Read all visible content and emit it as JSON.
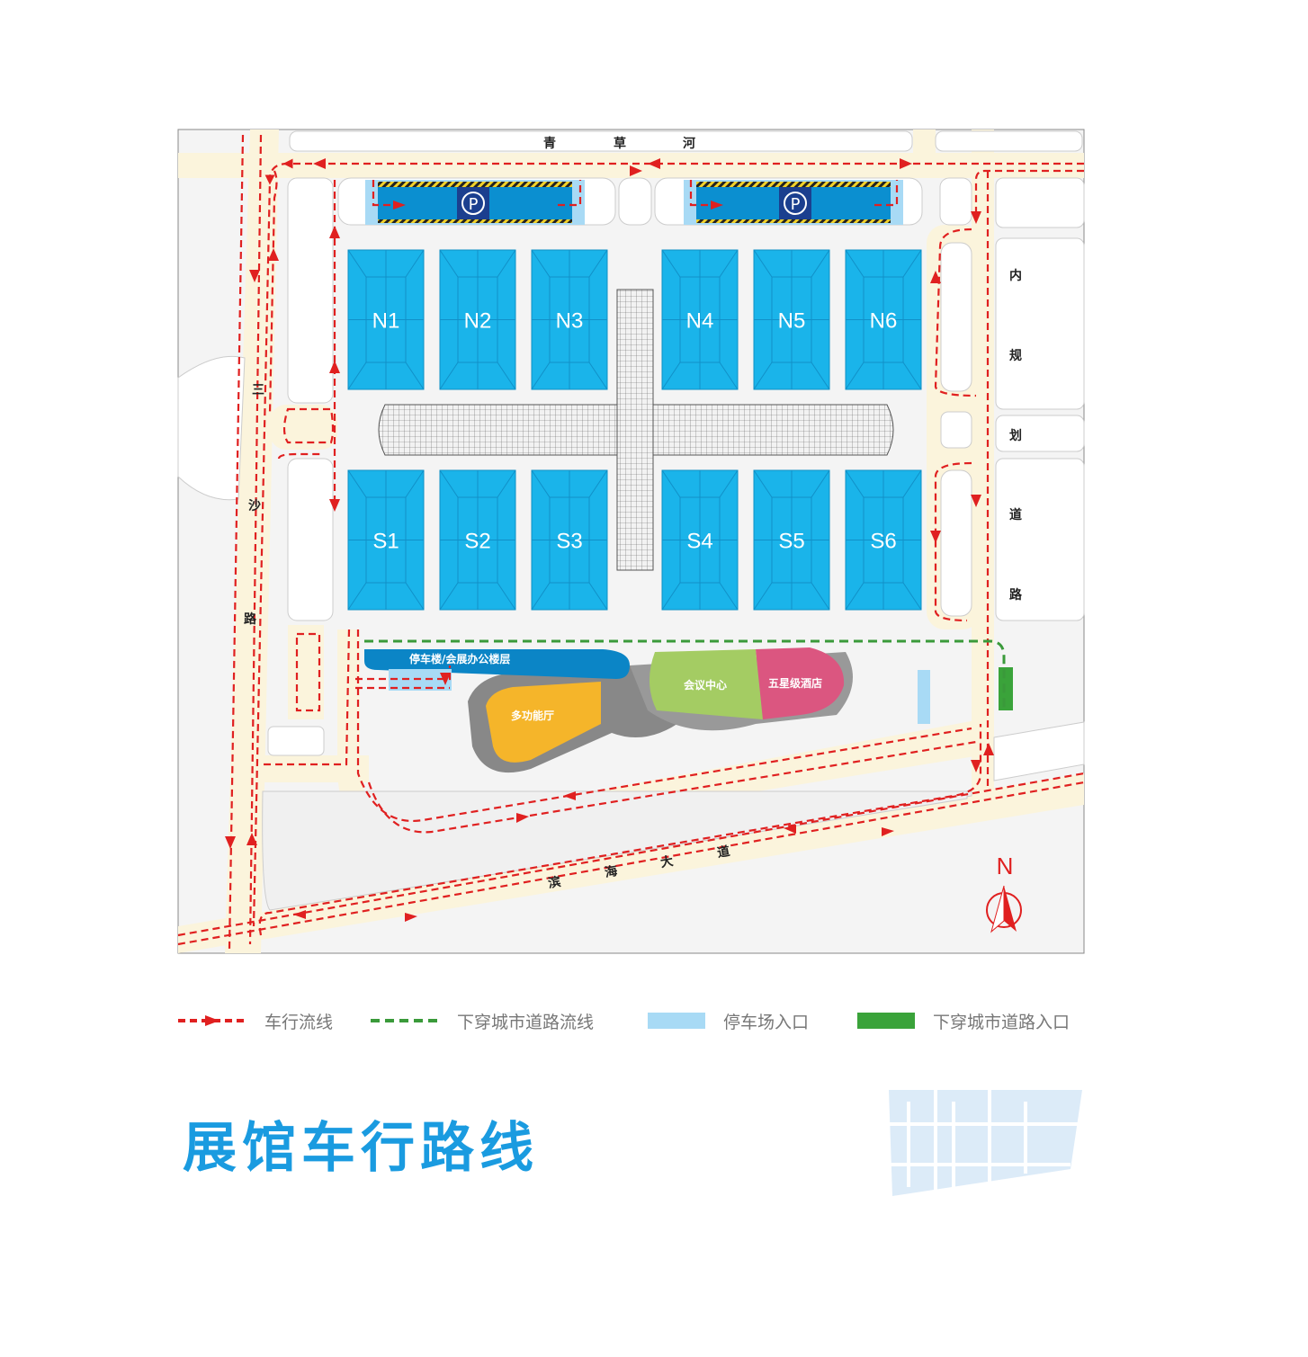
{
  "map": {
    "halls_north": [
      "N1",
      "N2",
      "N3",
      "N4",
      "N5",
      "N6"
    ],
    "halls_south": [
      "S1",
      "S2",
      "S3",
      "S4",
      "S5",
      "S6"
    ],
    "roads": {
      "north": [
        "青",
        "草",
        "河"
      ],
      "east": [
        "内",
        "规",
        "划",
        "道",
        "路"
      ],
      "west": [
        "三",
        "沙",
        "路"
      ],
      "south": [
        "滨",
        "海",
        "大",
        "道"
      ]
    },
    "buildings": {
      "parking_office": "停车楼/会展办公楼层",
      "multi_hall": "多功能厅",
      "conference": "会议中心",
      "hotel": "五星级酒店"
    },
    "parking_symbol": "P",
    "compass": "N"
  },
  "legend": [
    {
      "label": "车行流线",
      "color": "#e02020"
    },
    {
      "label": "下穿城市道路流线",
      "color": "#3a9a3a"
    },
    {
      "label": "停车场入口",
      "color": "#a8daf5"
    },
    {
      "label": "下穿城市道路入口",
      "color": "#3aa33a"
    }
  ],
  "title": "展馆车行路线",
  "colors": {
    "hall": "#1ab4ea",
    "road": "#fbf4dc",
    "route": "#e02020",
    "green_route": "#3a9a3a",
    "title": "#1a9be0"
  }
}
